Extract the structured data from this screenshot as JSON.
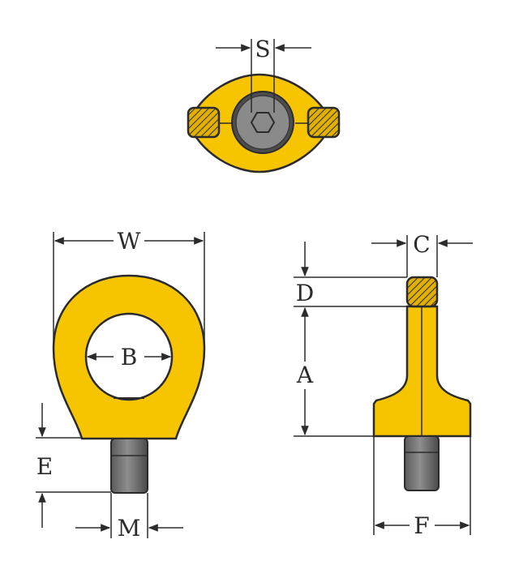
{
  "labels": {
    "s": "S",
    "w": "W",
    "b": "B",
    "c": "C",
    "d": "D",
    "a": "A",
    "e": "E",
    "m": "M",
    "f": "F"
  },
  "colors": {
    "body": "#f6c500",
    "outline": "#2b2b2b",
    "bolt": "#7a7a7a",
    "bolt_dark": "#4d4d4d",
    "hatch_fill": "#e2b100"
  },
  "icons": {
    "hex_socket": "hexagon-icon"
  }
}
